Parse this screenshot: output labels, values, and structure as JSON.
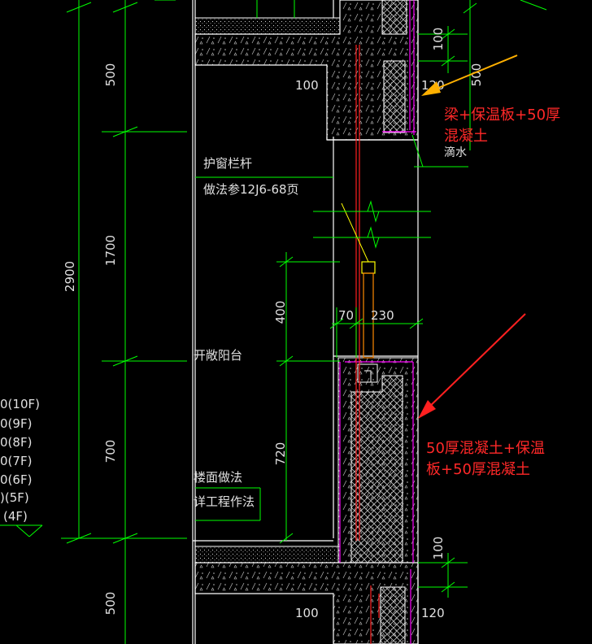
{
  "dimensions": {
    "top_500": "500",
    "mid_1700": "1700",
    "mid_700": "700",
    "bot_500": "500",
    "total_2900": "2900",
    "beam_100_top": "100",
    "beam_500_right": "500",
    "floor_100_right": "100",
    "rail_400": "400",
    "sill_720": "720",
    "wall_70": "70",
    "wall_230": "230",
    "slab_100_a": "100",
    "slab_120_a": "120",
    "slab_100_b": "100",
    "slab_120_b": "120"
  },
  "labels": {
    "window_rail_title": "护窗栏杆",
    "window_rail_ref": "做法参12J6-68页",
    "drip": "滴水",
    "open_balcony": "开敞阳台",
    "floor_finish": "楼面做法",
    "floor_finish_ref": "详工程作法"
  },
  "floor_levels": [
    "0(10F)",
    "0(9F)",
    "0(8F)",
    "0(7F)",
    "0(6F)",
    ")(5F)",
    "(4F)"
  ],
  "annotations": {
    "beam_note_line1": "梁+保温板+50厚",
    "beam_note_line2": "混凝土",
    "wall_note_line1": "50厚混凝土+保温",
    "wall_note_line2": "板+50厚混凝土"
  },
  "colors": {
    "background": "#000000",
    "dim_line": "#00ff00",
    "white_line": "#ffffff",
    "magenta": "#ff00ff",
    "red": "#ff2020",
    "yellow": "#ffff00",
    "arrow_orange": "#ffb000",
    "arrow_red": "#ff2020",
    "hatch": "#c8c8c8"
  }
}
